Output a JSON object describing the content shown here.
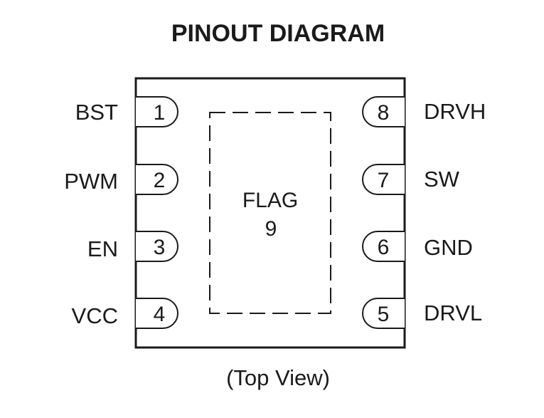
{
  "diagram": {
    "title": "PINOUT DIAGRAM",
    "caption": "(Top View)",
    "package": {
      "left_pins": [
        {
          "number": "1",
          "name": "BST"
        },
        {
          "number": "2",
          "name": "PWM"
        },
        {
          "number": "3",
          "name": "EN"
        },
        {
          "number": "4",
          "name": "VCC"
        }
      ],
      "right_pins": [
        {
          "number": "8",
          "name": "DRVH"
        },
        {
          "number": "7",
          "name": "SW"
        },
        {
          "number": "6",
          "name": "GND"
        },
        {
          "number": "5",
          "name": "DRVL"
        }
      ],
      "exposed_pad": {
        "label": "FLAG",
        "number": "9"
      }
    },
    "colors": {
      "stroke": "#1a1a1a",
      "background": "#ffffff"
    }
  }
}
